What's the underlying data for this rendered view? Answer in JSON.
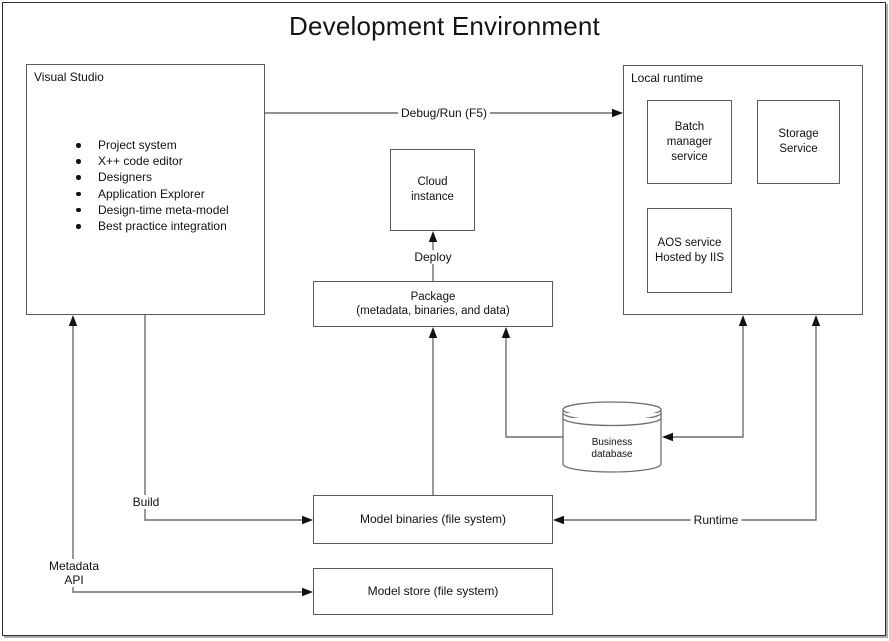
{
  "title": "Development Environment",
  "colors": {
    "line": "#6e6e6e",
    "border": "#5a5a5a",
    "arrowhead": "#111111",
    "text": "#111111",
    "background": "#ffffff"
  },
  "visual_studio": {
    "label": "Visual Studio",
    "features": [
      "Project system",
      "X++ code editor",
      "Designers",
      "Application Explorer",
      "Design-time meta-model",
      "Best practice integration"
    ]
  },
  "local_runtime": {
    "label": "Local runtime",
    "batch_service": {
      "lines": [
        "Batch",
        "manager",
        "service"
      ]
    },
    "storage_service": {
      "lines": [
        "Storage",
        "Service"
      ]
    },
    "aos_service": {
      "lines": [
        "AOS service",
        "Hosted by IIS"
      ]
    }
  },
  "cloud_instance": {
    "lines": [
      "Cloud",
      "instance"
    ]
  },
  "package": {
    "lines": [
      "Package",
      "(metadata, binaries, and data)"
    ]
  },
  "business_database": {
    "lines": [
      "Business",
      "database"
    ]
  },
  "model_binaries": {
    "label": "Model binaries (file system)"
  },
  "model_store": {
    "label": "Model store (file system)"
  },
  "connectors": {
    "debug_run": "Debug/Run (F5)",
    "deploy": "Deploy",
    "build": "Build",
    "metadata_api": {
      "lines": [
        "Metadata",
        "API"
      ]
    },
    "runtime": "Runtime"
  }
}
